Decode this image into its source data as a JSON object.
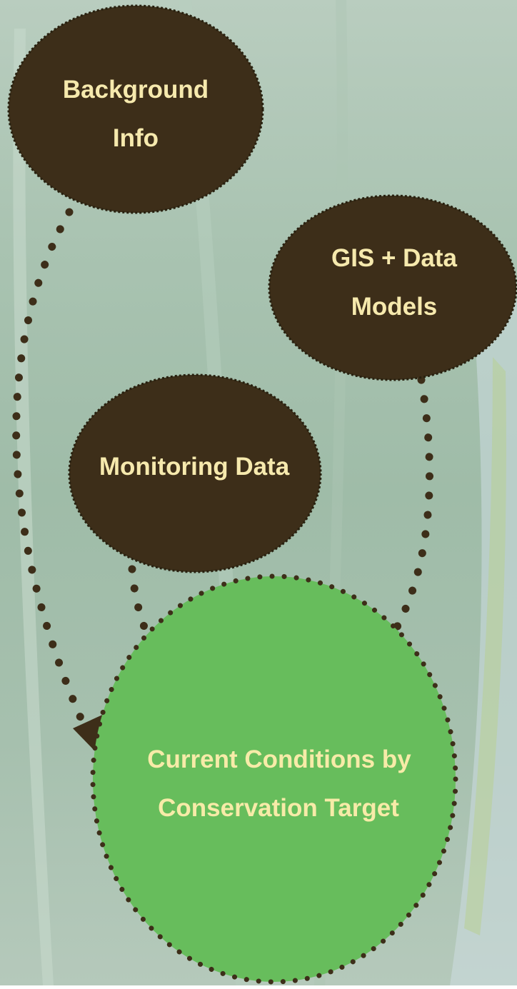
{
  "colors": {
    "dark_node": "#3d2e19",
    "dark_node_text": "#f6e9ad",
    "target_node": "#67bd5c",
    "target_node_text": "#f7eba8",
    "arrow": "#3d2e19",
    "background": "#a9c3b1"
  },
  "nodes": {
    "background_info": {
      "line1": "Background",
      "line2": "Info"
    },
    "gis_data_models": {
      "line1": "GIS + Data",
      "line2": "Models"
    },
    "monitoring_data": {
      "line1": "Monitoring Data"
    },
    "current_conditions": {
      "line1": "Current Conditions by",
      "line2": "Conservation Target"
    }
  },
  "edges": [
    {
      "from": "background_info",
      "to": "current_conditions",
      "style": "dotted-arrow"
    },
    {
      "from": "monitoring_data",
      "to": "current_conditions",
      "style": "dotted-arrow"
    },
    {
      "from": "gis_data_models",
      "to": "current_conditions",
      "style": "dotted-arrow"
    }
  ]
}
